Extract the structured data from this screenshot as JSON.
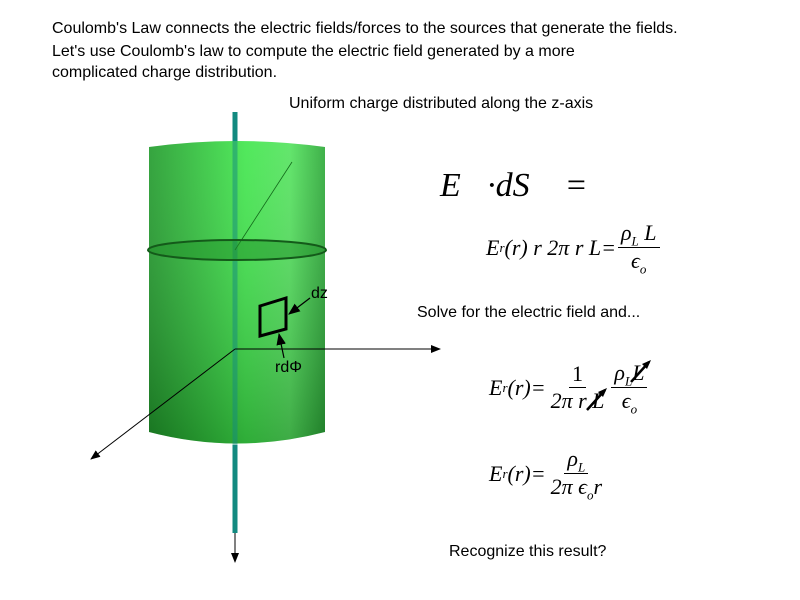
{
  "intro": {
    "line1": "Coulomb's Law connects the electric  fields/forces to the sources that generate the fields.",
    "line2": "Let's use Coulomb's law to compute the electric field generated by a more",
    "line3": "complicated charge distribution."
  },
  "diagram": {
    "caption": "Uniform charge distributed along the z-axis",
    "label_dz": "dz",
    "label_rdphi": "rdΦ",
    "colors": {
      "cylinder": "#2ecc40",
      "line_charge": "#128a80"
    }
  },
  "equations": {
    "gauss": "∮ E⃗·dS⃗ =",
    "eq1_lhs": "E",
    "eq1_rest": "(r) r 2π r L=",
    "eq1_num": "ρ",
    "eq1_num_sub": "L",
    "eq1_num_tail": " L",
    "eq1_den": "ϵ",
    "eq1_den_sub": "o",
    "r_sub": "r",
    "solve_text": "Solve for the electric field and...",
    "eq2_rest": "(r)=",
    "eq2_frac1_num": "1",
    "eq2_frac1_den": "2π r L",
    "eq2_frac2_num": "ρ",
    "eq2_frac2_num_sub": "L",
    "eq2_frac2_num_tail": "L",
    "eq2_frac2_den": "ϵ",
    "eq2_frac2_den_sub": "o",
    "eq3_rest": "(r)=",
    "eq3_num": "ρ",
    "eq3_num_sub": "L",
    "eq3_den": "2π ϵ",
    "eq3_den_sub": "o",
    "eq3_den_tail": "r",
    "closing": "Recognize this result?"
  }
}
